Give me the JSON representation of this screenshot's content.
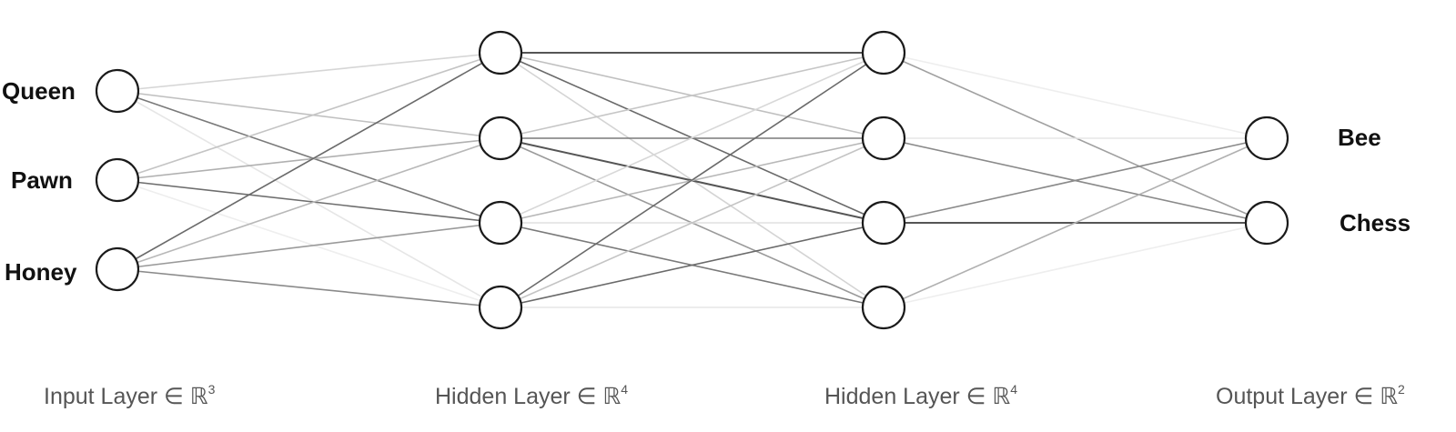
{
  "input_labels": [
    "Queen",
    "Pawn",
    "Honey"
  ],
  "output_labels": [
    "Bee",
    "Chess"
  ],
  "layer_captions": [
    {
      "text": "Input Layer ∈ ℝ",
      "sup": "3"
    },
    {
      "text": "Hidden Layer ∈ ℝ",
      "sup": "4"
    },
    {
      "text": "Hidden Layer ∈ ℝ",
      "sup": "4"
    },
    {
      "text": "Output Layer ∈ ℝ",
      "sup": "2"
    }
  ],
  "layer_sizes": [
    3,
    4,
    4,
    2
  ]
}
